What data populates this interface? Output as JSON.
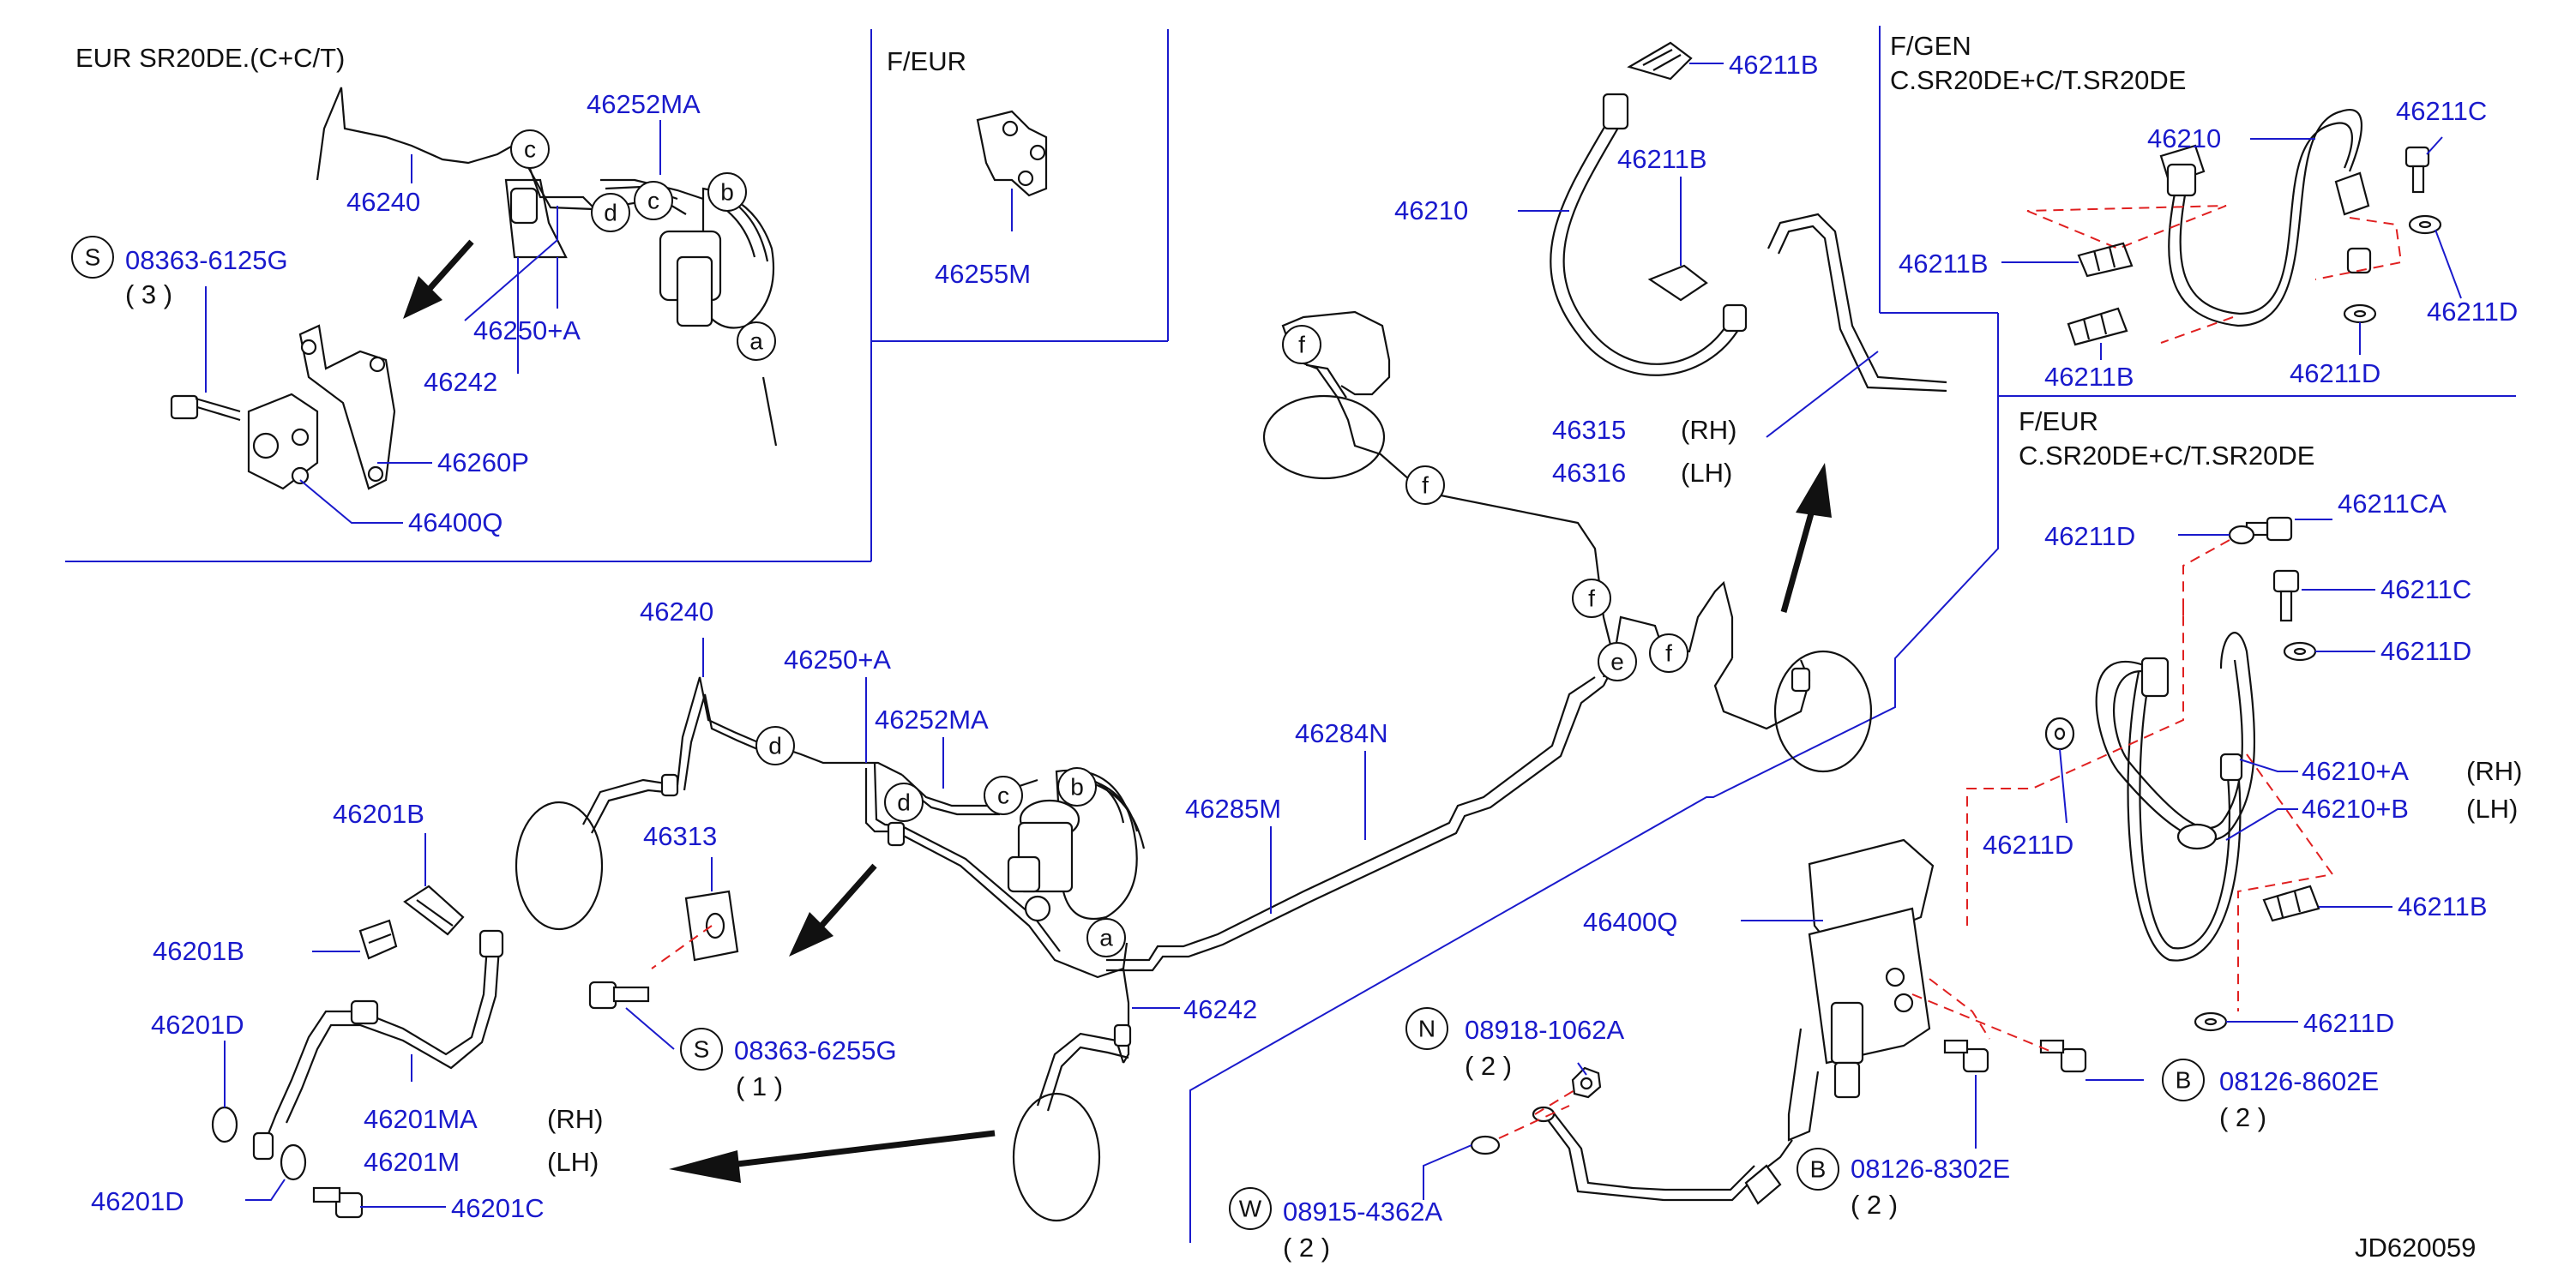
{
  "sections": {
    "top_left_title": "EUR   SR20DE.(C+C/T)",
    "f_eur_top": "F/EUR",
    "f_gen_line1": "F/GEN",
    "f_gen_line2": "C.SR20DE+C/T.SR20DE",
    "f_eur_right_line1": "F/EUR",
    "f_eur_right_line2": "C.SR20DE+C/T.SR20DE"
  },
  "parts": {
    "p46240_a": "46240",
    "p46252MA_a": "46252MA",
    "p08363_6125G": "08363-6125G",
    "q3": "( 3 )",
    "p46250A_a": "46250+A",
    "p46242_a": "46242",
    "p46260P": "46260P",
    "p46400Q_a": "46400Q",
    "p46255M": "46255M",
    "p46211B_1": "46211B",
    "p46211B_2": "46211B",
    "p46210_a": "46210",
    "p46315": "46315",
    "p46316": "46316",
    "rh1": "(RH)",
    "lh1": "(LH)",
    "p46210_b": "46210",
    "p46211C_a": "46211C",
    "p46211B_3": "46211B",
    "p46211D_a": "46211D",
    "p46211B_4": "46211B",
    "p46211D_b": "46211D",
    "p46211D_c": "46211D",
    "p46211CA": "46211CA",
    "p46211C_b": "46211C",
    "p46211D_d": "46211D",
    "p46210A": "46210+A",
    "p46210B": "46210+B",
    "rh2": "(RH)",
    "lh2": "(LH)",
    "p46211D_e": "46211D",
    "p46211B_5": "46211B",
    "p46211D_f": "46211D",
    "p46240_b": "46240",
    "p46250A_b": "46250+A",
    "p46252MA_b": "46252MA",
    "p46284N": "46284N",
    "p46285M": "46285M",
    "p46313": "46313",
    "p46201B_a": "46201B",
    "p46201B_b": "46201B",
    "p46201D_a": "46201D",
    "p46201MA": "46201MA",
    "rh3": "(RH)",
    "p46201M": "46201M",
    "lh3": "(LH)",
    "p46201D_b": "46201D",
    "p46201C": "46201C",
    "p08363_6255G": "08363-6255G",
    "q1": "( 1 )",
    "p46242_b": "46242",
    "p46400Q_b": "46400Q",
    "p08918_1062A": "08918-1062A",
    "q2a": "( 2 )",
    "p08915_4362A": "08915-4362A",
    "q2b": "( 2 )",
    "p08126_8302E": "08126-8302E",
    "q2c": "( 2 )",
    "p08126_8602E": "08126-8602E",
    "q2d": "( 2 )",
    "diagram_id": "JD620059"
  },
  "callouts": {
    "a": "a",
    "b": "b",
    "c": "c",
    "d": "d",
    "e": "e",
    "f": "f",
    "S": "S",
    "N": "N",
    "B": "B",
    "W": "W"
  },
  "colors": {
    "part_number": "#1a1acc",
    "section_divider": "#1a1acc",
    "exploded_guide": "#e02020",
    "drawing_line": "#111111"
  }
}
